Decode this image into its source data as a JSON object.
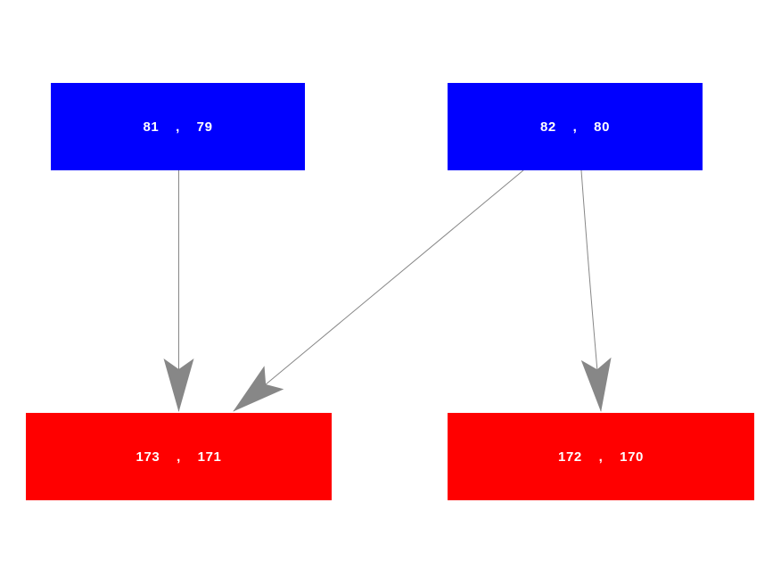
{
  "diagram": {
    "type": "flow-diagram",
    "background_color": "#ffffff",
    "edge_color": "#878787",
    "node_text_color": "#ffffff",
    "colors": {
      "source_node_fill": "#0000ff",
      "target_node_fill": "#ff0000"
    },
    "nodes": [
      {
        "id": "top-left",
        "label": "81 , 79",
        "fill": "#0000ff"
      },
      {
        "id": "top-right",
        "label": "82 , 80",
        "fill": "#0000ff"
      },
      {
        "id": "bottom-left",
        "label": "173 , 171",
        "fill": "#ff0000"
      },
      {
        "id": "bottom-right",
        "label": "172 , 170",
        "fill": "#ff0000"
      }
    ],
    "edges": [
      {
        "from": "top-left",
        "to": "bottom-left"
      },
      {
        "from": "top-right",
        "to": "bottom-left"
      },
      {
        "from": "top-right",
        "to": "bottom-right"
      }
    ]
  }
}
